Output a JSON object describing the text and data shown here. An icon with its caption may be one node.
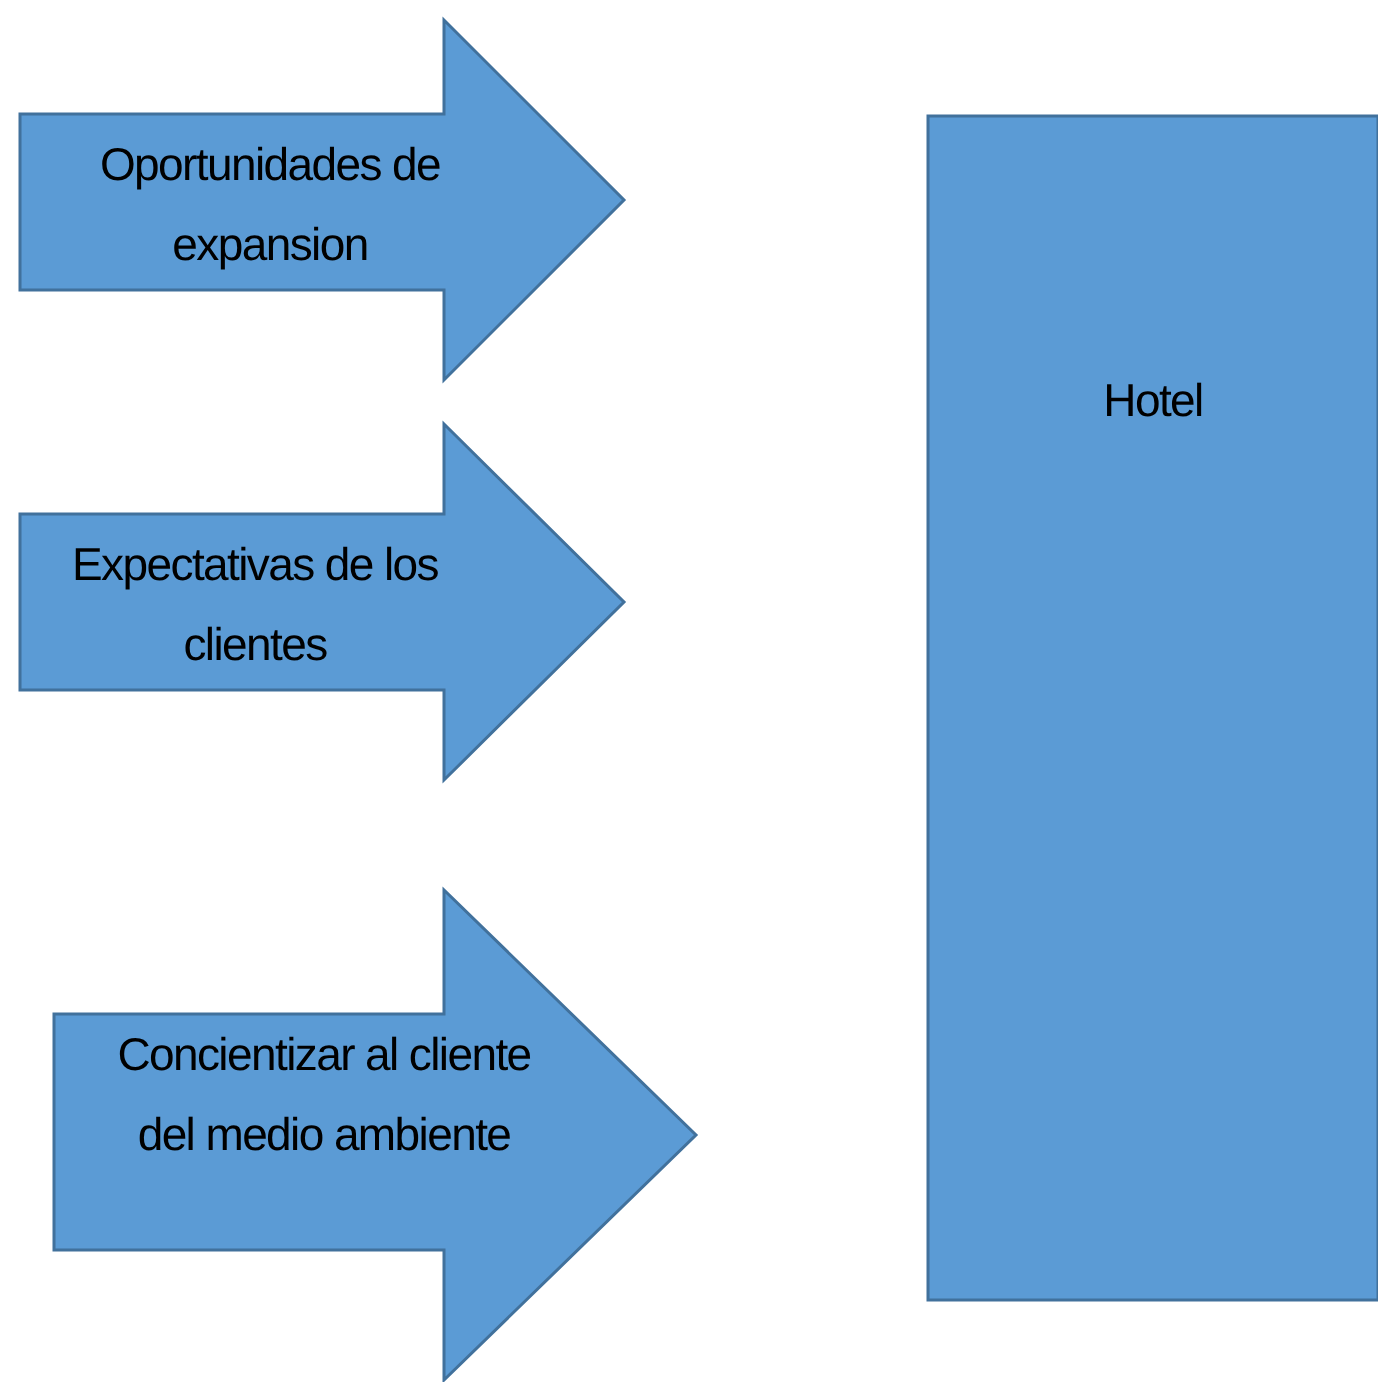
{
  "diagram": {
    "nodes": [
      {
        "text": [
          "Oportunidades de expansion"
        ]
      },
      {
        "text": [
          "Expectativas de los clientes"
        ]
      },
      {
        "text": [
          "Concientizar al cliente del medio ambiente"
        ]
      },
      {
        "text": [
          "Hotel"
        ]
      }
    ]
  }
}
